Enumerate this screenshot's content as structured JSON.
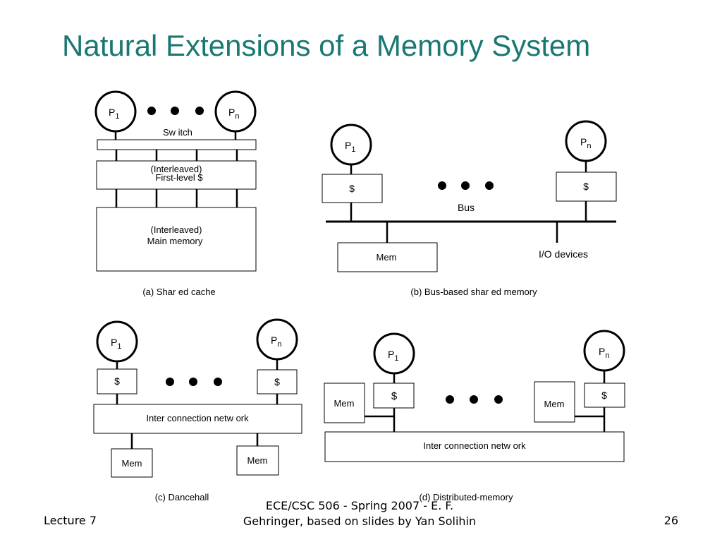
{
  "slide": {
    "title": "Natural Extensions of a Memory System",
    "footer": {
      "left": "Lecture 7",
      "center_line1": "ECE/CSC 506 - Spring 2007 - E. F.",
      "center_line2": "Gehringer, based on slides by Yan Solihin",
      "page_number": "26"
    }
  },
  "common": {
    "processor_letter": "P",
    "sub_first": "1",
    "sub_last": "n",
    "cache": "$",
    "mem": "Mem"
  },
  "diagram_a": {
    "switch": "Sw itch",
    "cache_line1": "(Interleaved)",
    "cache_line2": "First-level $",
    "memory_line1": "(Interleaved)",
    "memory_line2": "Main memory",
    "caption": "(a) Shar ed cache"
  },
  "diagram_b": {
    "bus": "Bus",
    "io_devices": "I/O devices",
    "caption": "(b) Bus-based shar ed memory"
  },
  "diagram_c": {
    "network": "Inter connection netw ork",
    "caption": "(c) Dancehall"
  },
  "diagram_d": {
    "network": "Inter connection netw ork",
    "caption": "(d) Distributed-memory"
  }
}
